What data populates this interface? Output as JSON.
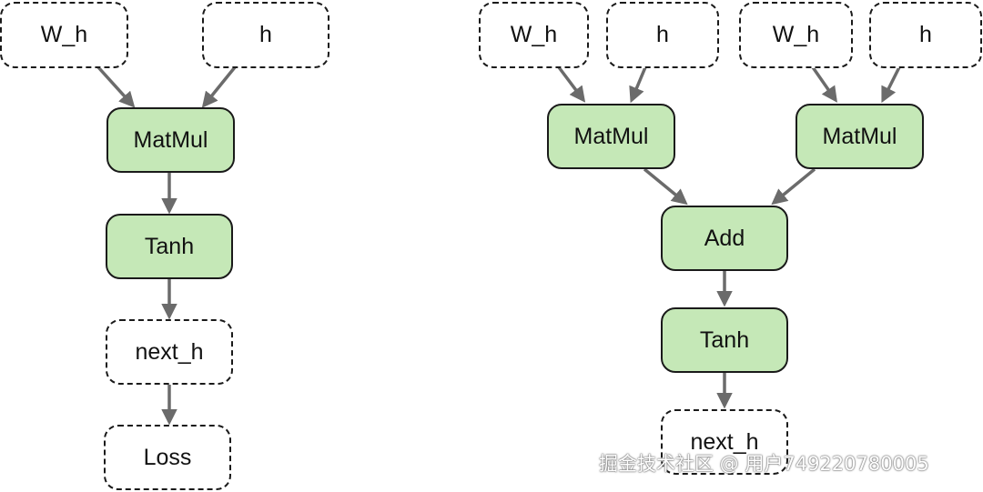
{
  "left_graph": {
    "input_weight": "W_h",
    "input_hidden": "h",
    "matmul": "MatMul",
    "tanh": "Tanh",
    "output": "next_h",
    "loss": "Loss"
  },
  "right_graph": {
    "input_weight_1": "W_h",
    "input_hidden_1": "h",
    "input_weight_2": "W_h",
    "input_hidden_2": "h",
    "matmul_1": "MatMul",
    "matmul_2": "MatMul",
    "add": "Add",
    "tanh": "Tanh",
    "output": "next_h"
  },
  "watermark": "掘金技术社区 @ 用户749220780005",
  "colors": {
    "op_fill": "#c5e8b7",
    "border": "#1a1a1a",
    "arrow": "#6b6b6b"
  }
}
